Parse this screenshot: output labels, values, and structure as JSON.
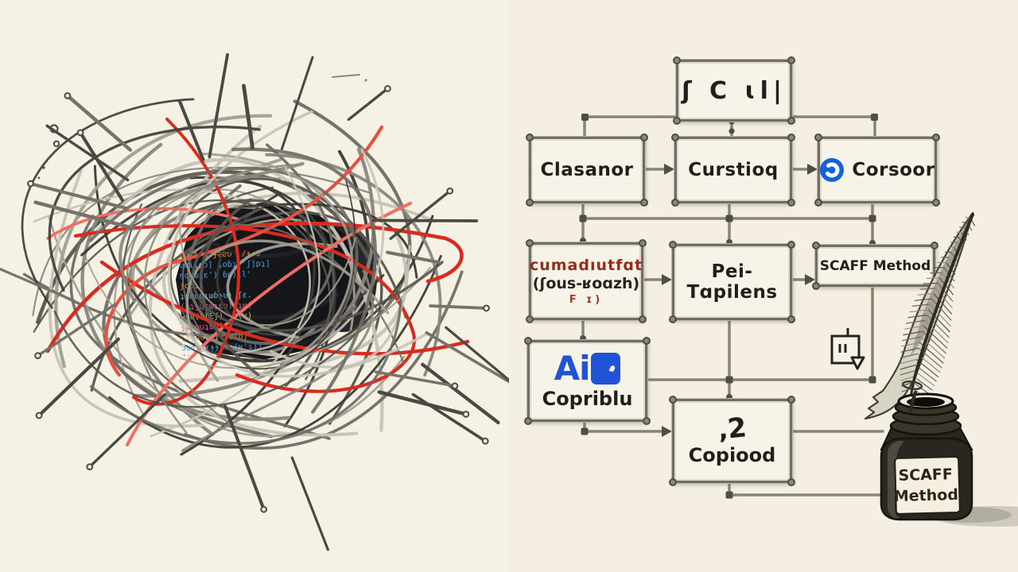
{
  "page": {
    "background_color": "#f4efe2",
    "description_left": "hand-drawn tangle of grey and red wires hiding a dark code editor",
    "description_right": "hand-drawn flowchart of AI coding tools feeding into an ink bottle"
  },
  "left_panel": {
    "code_lines": [
      {
        "t": "ʇo ʈ/ə ɟəɐʋ  /ɟ:ɔ",
        "c": "org"
      },
      {
        "t": "ɥoıʇɛɔ] ʇoɓʇ]'ʃ]pʇ]",
        "c": "blu"
      },
      {
        "t": "ŋouɯʇɛ') ɓo)ıl'",
        "c": "blu"
      },
      {
        "t": "ʃoɑıl",
        "c": "org"
      },
      {
        "t": "ʇɕɯouʇɯɓɟʋ) ʃɛ.",
        "c": "cyn"
      },
      {
        "t": "(ɟʇɟɥɪɯʇɛo) ʇɯ(",
        "c": "pnk"
      },
      {
        "t": "ʜɑɑ(ılEʃ)   (ʁ)",
        "c": "yel"
      },
      {
        "t": "ɟɕʇɯuʇɯo]",
        "c": "pnk"
      },
      {
        "t": "ɭɭıuoɭıʇ('ɯıo]",
        "c": "org"
      },
      {
        "t": "Ǝuɖʈɟɪɟɟıuʇ(ʁ'ı))",
        "c": "blu"
      },
      {
        "t": "ʃ(oɟ ı=(ɔ)ı ıʋ",
        "c": "pnk"
      },
      {
        "t": "ɥɑɯ(ɛ:)",
        "c": "org"
      },
      {
        "t": "ʇɑɯ) 'ɔ|   ʁʃ",
        "c": "blu"
      },
      {
        "t": "ɓıɔ ʇ'ɯ",
        "c": "yel"
      }
    ]
  },
  "flowchart": {
    "symbol_box_glyphs": "ʃ C ɩl|",
    "clasanor_label": "Clasanor",
    "curstioq_label": "Curstioq",
    "corsoor_label": "Corsoor",
    "cumad_line1": "cumadıutfɑt",
    "cumad_line2": "(ʃous-ʁoɑzh)",
    "cumad_line3": "F  ɪ)",
    "pei_label": "Pei-Tɑpilens",
    "scaff_box_label": "SCAFF Method",
    "aid_logo_prefix": "Ai",
    "aid_logo_d": "D",
    "aid_label": "Copriblu",
    "copiood_glyph": "‚2",
    "copiood_label": "Copiood",
    "ink_bottle_label_line1": "SCAFF",
    "ink_bottle_label_line2": "Method"
  },
  "colors": {
    "background": "#f4efe2",
    "box_fill": "#f7f3e8",
    "box_border": "#6f6e65",
    "connector_grey": "#87856f",
    "red_wire": "#d92b1e",
    "aid_blue": "#2153d6",
    "corsoor_blue": "#1261dd",
    "code_background": "#15161a"
  }
}
